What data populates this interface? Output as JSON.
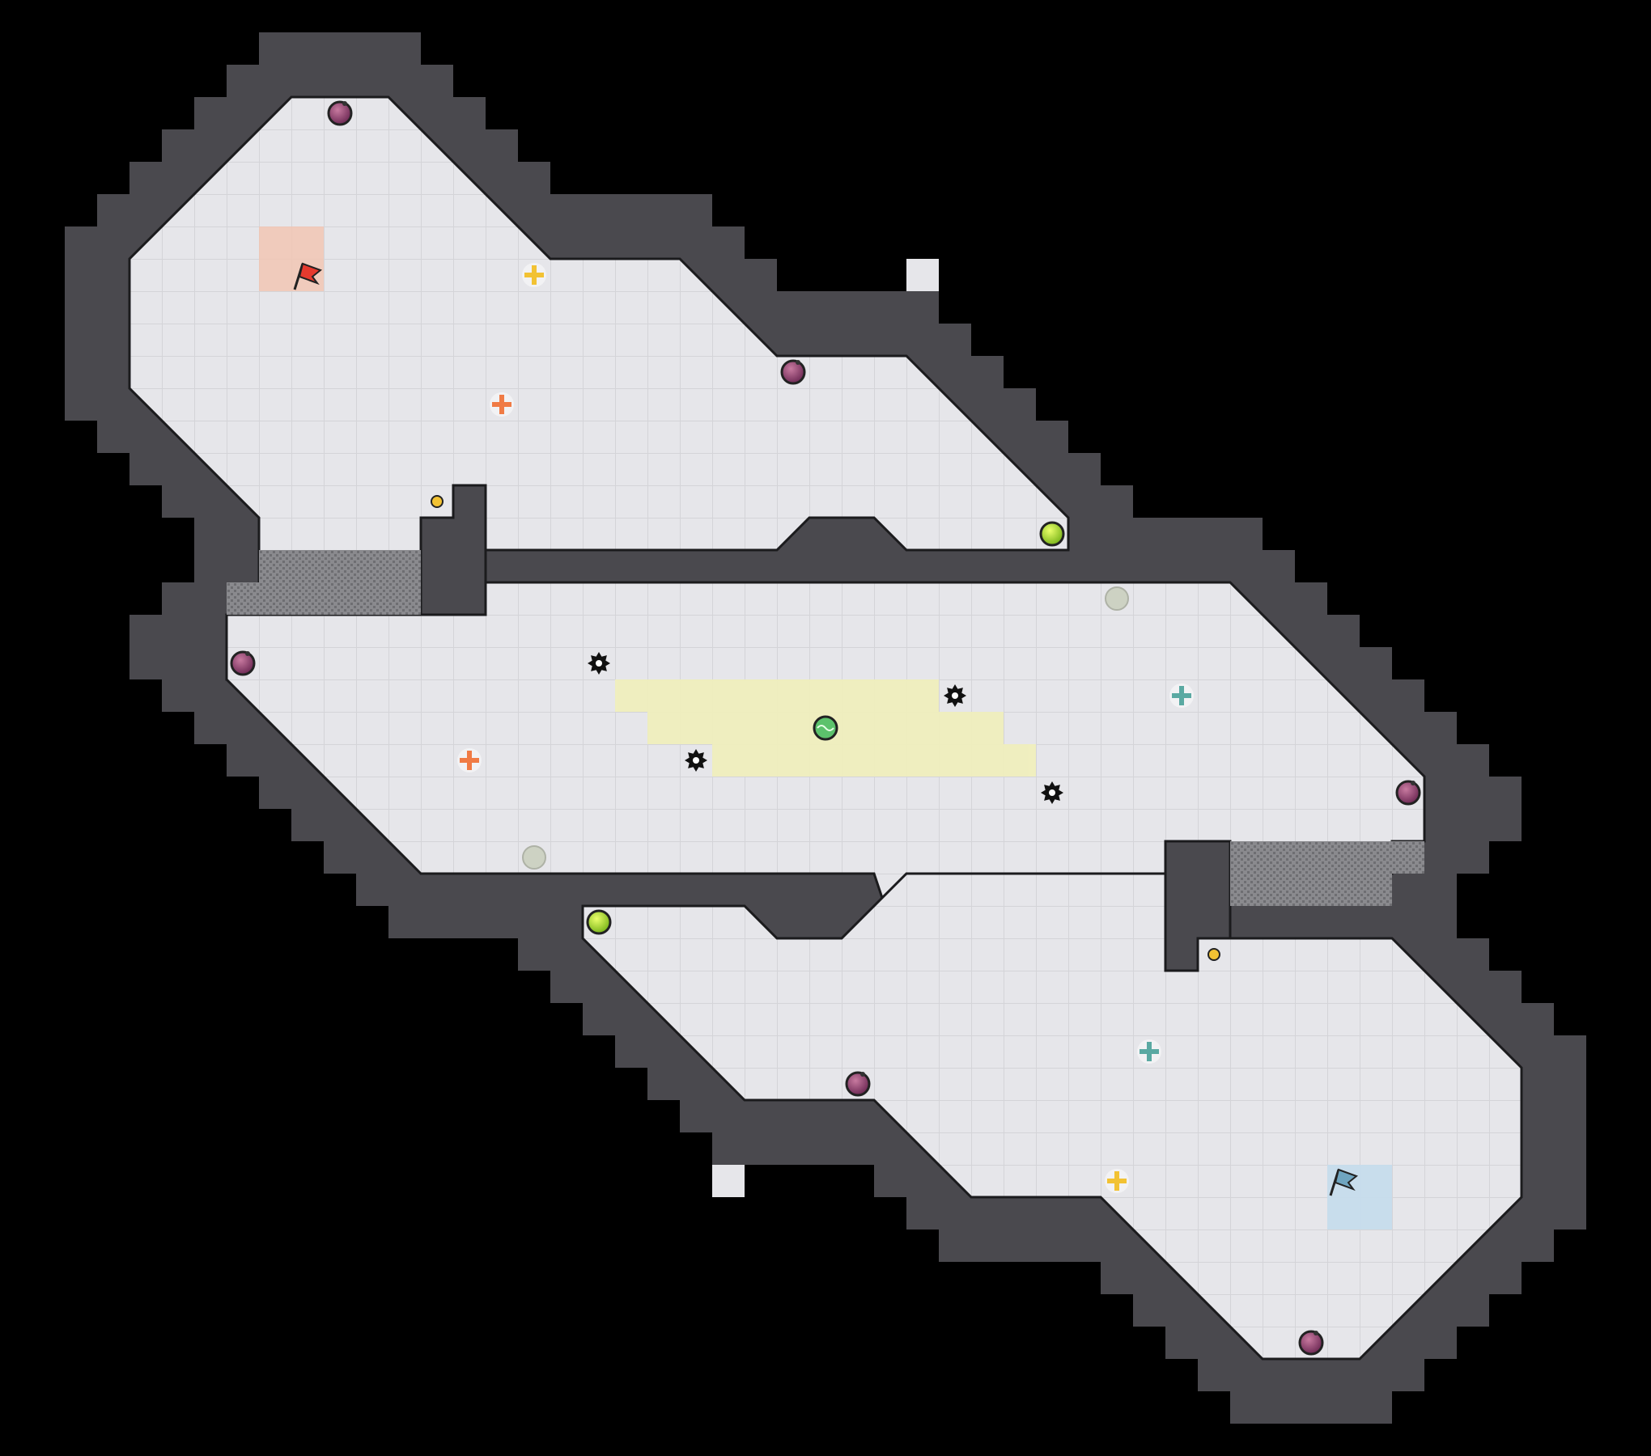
{
  "map": {
    "theme": {
      "background": "#000000",
      "wall": "#4a494e",
      "wall_edge": "#1b1b1d",
      "floor": "#e6e6ea",
      "grid": "#d6d6da",
      "red_zone": "#f1c5b4",
      "blue_zone": "#c6dcec",
      "yellow_zone": "#f0efbd",
      "gate": "#7e7e82"
    },
    "legend": {
      "red_flag": "red-team-flag",
      "blue_flag": "blue-team-flag",
      "spike": "spike-icon",
      "bomb": "bomb-icon",
      "boost_red": "red-boost-icon",
      "boost_blue": "blue-boost-icon",
      "boost_neutral": "neutral-boost-icon",
      "button": "button-icon",
      "powerup": "powerup-icon",
      "portal": "portal-icon",
      "gate": "gate-tiles"
    }
  }
}
